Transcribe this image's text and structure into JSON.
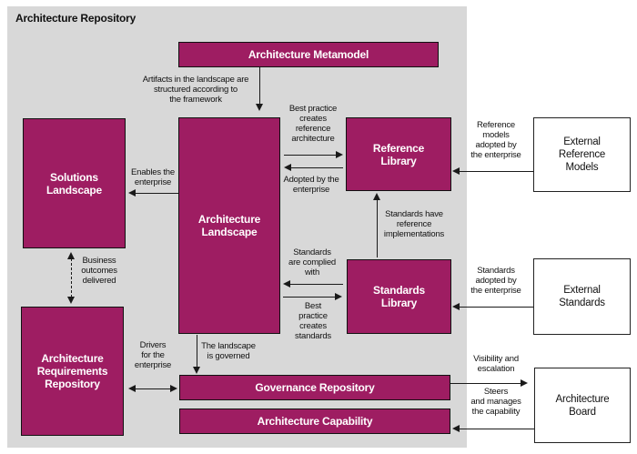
{
  "title": "Architecture Repository",
  "colors": {
    "box_magenta": "#9e1d62",
    "panel_gray": "#d8d8d8",
    "box_text": "#ffffff",
    "line_black": "#1a1a1a"
  },
  "repository_boxes": {
    "metamodel": "Architecture Metamodel",
    "solutions_landscape": "Solutions\nLandscape",
    "architecture_landscape": "Architecture\nLandscape",
    "reference_library": "Reference\nLibrary",
    "standards_library": "Standards\nLibrary",
    "requirements_repository": "Architecture\nRequirements\nRepository",
    "governance_repository": "Governance Repository",
    "architecture_capability": "Architecture Capability"
  },
  "external_boxes": {
    "external_reference_models": "External\nReference\nModels",
    "external_standards": "External\nStandards",
    "architecture_board": "Architecture\nBoard"
  },
  "annotations": {
    "artifacts_note": "Artifacts in the landscape are\nstructured according to\nthe framework",
    "best_practice_reference": "Best practice\ncreates\nreference\narchitecture",
    "adopted_by_enterprise": "Adopted by the\nenterprise",
    "standards_have_reference": "Standards have\nreference\nimplementations",
    "standards_complied": "Standards\nare complied\nwith",
    "best_practice_standards": "Best\npractice\ncreates\nstandards",
    "enables_enterprise": "Enables the\nenterprise",
    "business_outcomes": "Business\noutcomes\ndelivered",
    "drivers_enterprise": "Drivers\nfor the\nenterprise",
    "landscape_governed": "The landscape\nis governed",
    "reference_models_adopted": "Reference\nmodels\nadopted by\nthe enterprise",
    "standards_adopted": "Standards\nadopted by\nthe enterprise",
    "visibility_escalation": "Visibility and\nescalation",
    "steers_manages": "Steers\nand manages\nthe capability"
  }
}
